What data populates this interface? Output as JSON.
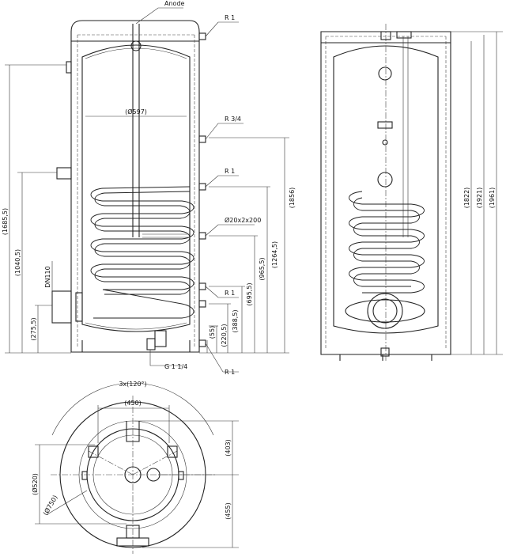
{
  "side_view": {
    "connections": {
      "anode": "Anode",
      "top_outlet": "R 1",
      "recirc": "R 3/4",
      "coil_upper": "R 1",
      "sensor": "Ø20x2x200",
      "coil_lower": "R 1",
      "drain": "G 1 1/4",
      "bottom_inlet": "R 1"
    },
    "inner_diameter": "(Ø597)",
    "flange": "DN110",
    "dims_left": [
      "(1685,5)",
      "(1040,5)",
      "(275,5)"
    ],
    "dims_right": [
      "(1856)",
      "(1264,5)",
      "(965,5)",
      "(695,5)",
      "(388,5)",
      "(220,5)",
      "(55)"
    ]
  },
  "front_view": {
    "dims": [
      "(1822)",
      "(1921)",
      "(1961)"
    ]
  },
  "top_view": {
    "angle": "3x(120°)",
    "dims": [
      "(450)",
      "(403)",
      "(455)",
      "(Ø520)",
      "(Ø750)"
    ]
  }
}
